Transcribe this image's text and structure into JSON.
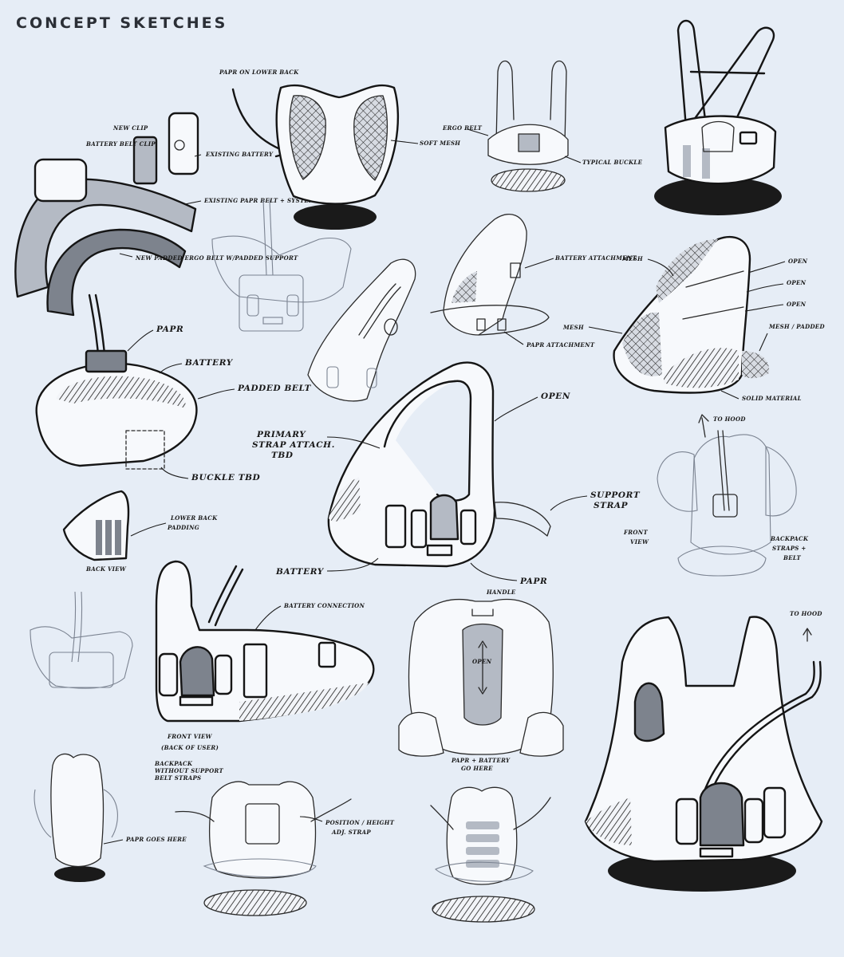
{
  "title": "CONCEPT SKETCHES",
  "labels": {
    "papr_lower_back": "PAPR ON LOWER BACK",
    "new_clip": "NEW CLIP",
    "battery_belt_clip": "BATTERY BELT CLIP",
    "existing_battery": "EXISTING BATTERY",
    "existing_papr_belt": "EXISTING PAPR BELT + SYSTEM",
    "new_padded_belt": "NEW PADDED ERGO BELT W/PADDED SUPPORT",
    "soft_mesh": "SOFT MESH",
    "ergo_belt": "ERGO BELT",
    "typical_buckle": "TYPICAL BUCKLE",
    "battery_attachment": "BATTERY ATTACHMENT",
    "papr_attachment": "PAPR ATTACHMENT",
    "mesh1": "MESH",
    "mesh2": "MESH",
    "open1": "OPEN",
    "open2": "OPEN",
    "open3": "OPEN",
    "mesh_padded": "MESH / PADDED",
    "solid_material": "SOLID MATERIAL",
    "papr": "PAPR",
    "battery": "BATTERY",
    "padded_belt": "PADDED BELT",
    "buckle_tbd": "BUCKLE TBD",
    "open_main": "OPEN",
    "primary_strap_1": "PRIMARY",
    "primary_strap_2": "STRAP ATTACH.",
    "primary_strap_3": "TBD",
    "support_strap_1": "SUPPORT",
    "support_strap_2": "STRAP",
    "battery_main": "BATTERY",
    "papr_main": "PAPR",
    "to_hood_1": "TO HOOD",
    "front_view_1": "FRONT",
    "front_view_2": "VIEW",
    "backpack_straps_1": "BACKPACK",
    "backpack_straps_2": "STRAPS +",
    "backpack_straps_3": "BELT",
    "lower_back_padding_1": "LOWER BACK",
    "lower_back_padding_2": "PADDING",
    "back_view": "BACK VIEW",
    "battery_connection": "BATTERY CONNECTION",
    "front_view_back_1": "FRONT VIEW",
    "front_view_back_2": "(BACK OF USER)",
    "handle": "HANDLE",
    "open_vert": "OPEN",
    "papr_battery_here_1": "PAPR + BATTERY",
    "papr_battery_here_2": "GO HERE",
    "to_hood_2": "TO HOOD",
    "backpack_without_1": "BACKPACK",
    "backpack_without_2": "WITHOUT SUPPORT",
    "backpack_without_3": "BELT STRAPS",
    "papr_goes_here": "PAPR GOES HERE",
    "position_height_1": "POSITION / HEIGHT",
    "position_height_2": "ADJ. STRAP"
  }
}
